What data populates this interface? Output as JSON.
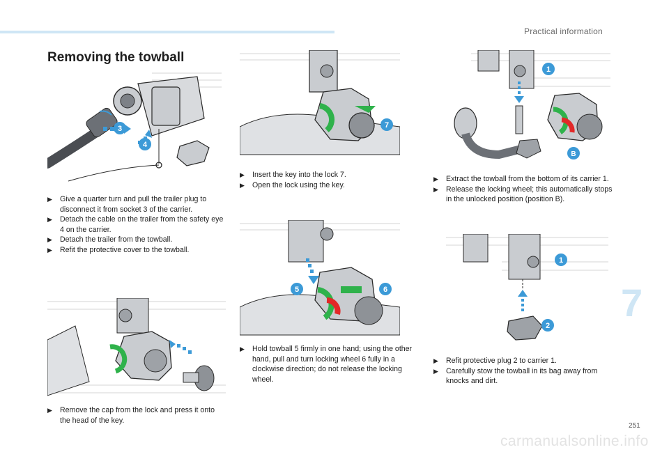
{
  "header": {
    "section_title": "Practical information",
    "page_heading": "Removing the towball"
  },
  "illustrations": {
    "fig1": {
      "callouts": [
        "3",
        "4"
      ]
    },
    "fig2": {
      "callouts": [
        "7"
      ]
    },
    "fig3": {
      "callouts": [
        "1",
        "B"
      ]
    },
    "fig4": {
      "callouts": []
    },
    "fig5": {
      "callouts": [
        "5",
        "6"
      ]
    },
    "fig6": {
      "callouts": [
        "1",
        "2"
      ]
    }
  },
  "instructions": {
    "block1": [
      "Give a quarter turn and pull the trailer plug to disconnect it from socket 3 of the carrier.",
      "Detach the cable on the trailer from the safety eye 4 on the carrier.",
      "Detach the trailer from the towball.",
      "Refit the protective cover to the towball."
    ],
    "block2": [
      "Insert the key into the lock 7.",
      "Open the lock using the key."
    ],
    "block3": [
      "Extract the towball from the bottom of its carrier 1.",
      "Release the locking wheel; this automatically stops in the unlocked position (position B)."
    ],
    "block4": [
      "Remove the cap from the lock and press it onto the head of the key."
    ],
    "block5": [
      "Hold towball 5 firmly in one hand; using the other hand, pull and turn locking wheel 6 fully in a clockwise direction; do not release the locking wheel."
    ],
    "block6": [
      "Refit protective plug 2 to carrier 1.",
      "Carefully stow the towball in its bag away from knocks and dirt."
    ]
  },
  "footer": {
    "chapter_number": "7",
    "page_number": "251",
    "watermark": "carmanualsonline.info"
  },
  "colors": {
    "callout": "#3c9ad7",
    "accent_bar": "#cfe6f5",
    "arrow_green": "#2fb24b",
    "arrow_red": "#e22828",
    "part_grey": "#c9ccd0",
    "line_dark": "#2a2a2a"
  },
  "icons": {
    "bullet": "arrow-bullet-icon"
  }
}
